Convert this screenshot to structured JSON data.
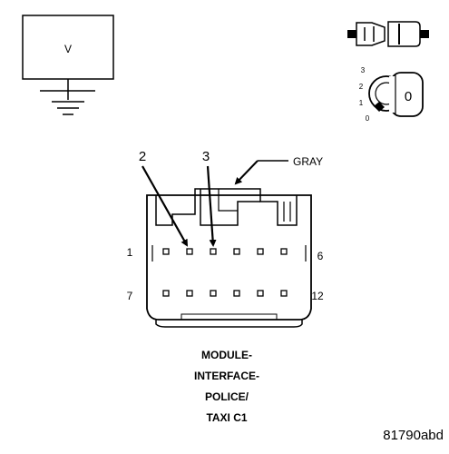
{
  "meter": {
    "label": "V"
  },
  "ignition": {
    "positions": [
      "3",
      "2",
      "1",
      "0"
    ],
    "key_position": "0"
  },
  "connector": {
    "color_label": "GRAY",
    "callouts": [
      "2",
      "3"
    ],
    "row1_pins": {
      "start": "1",
      "end": "6"
    },
    "row2_pins": {
      "start": "7",
      "end": "12"
    },
    "title_lines": [
      "MODULE-",
      "INTERFACE-",
      "POLICE/",
      "TAXI C1"
    ]
  },
  "figure_code": "81790abd",
  "colors": {
    "line": "#000000",
    "background": "#ffffff"
  }
}
